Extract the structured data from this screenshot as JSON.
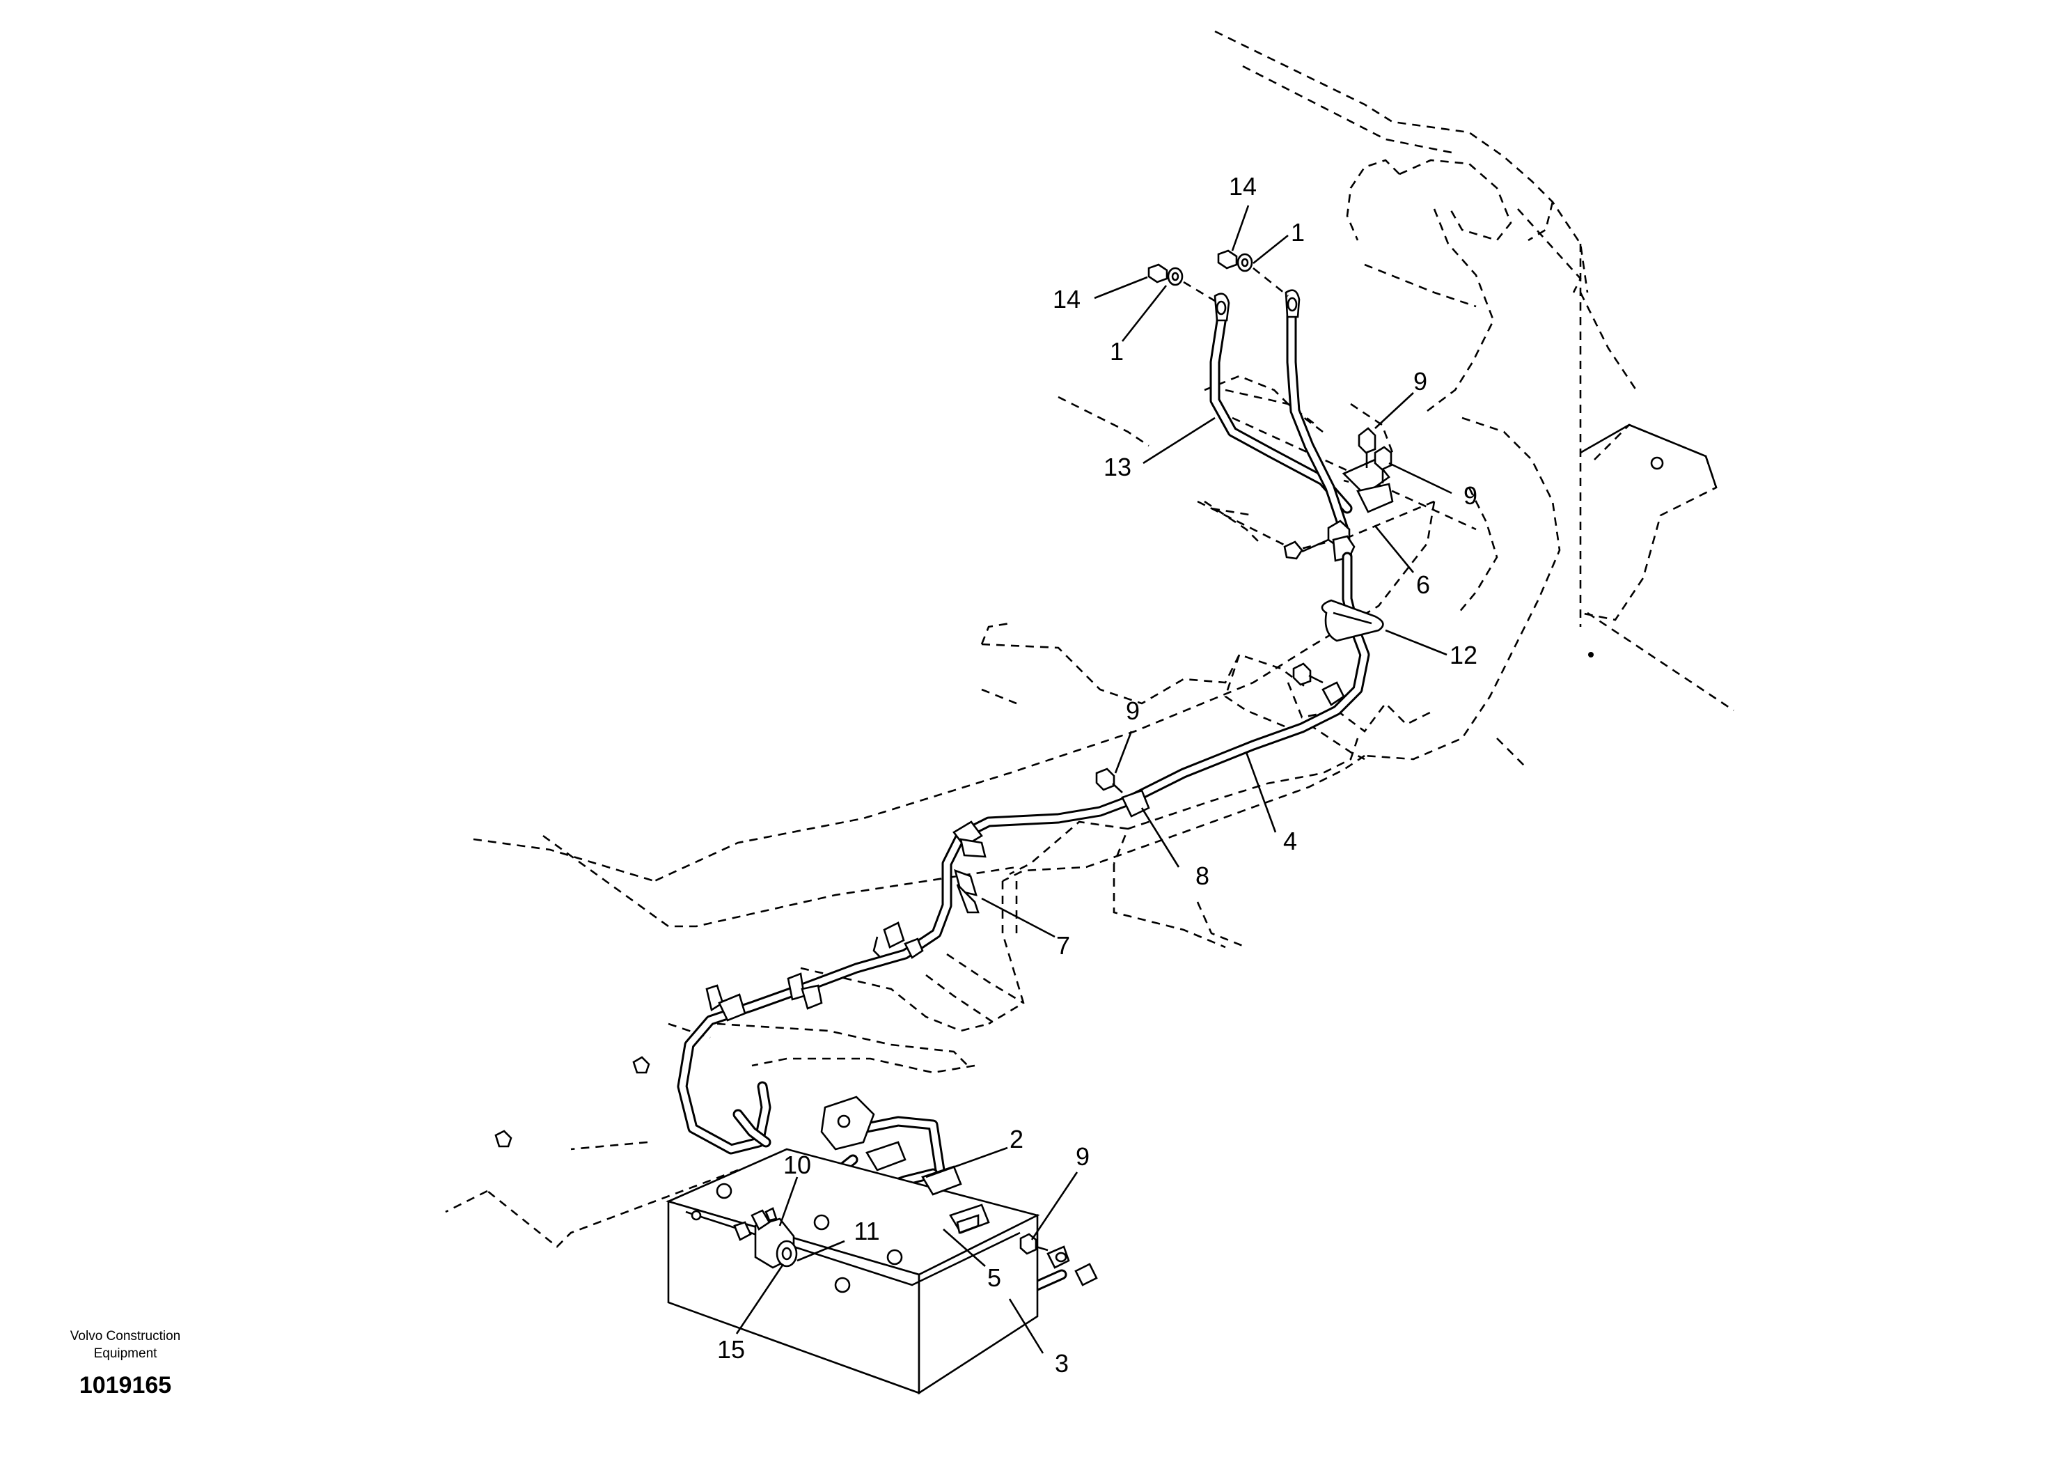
{
  "title_block": {
    "company_line1": "Volvo Construction",
    "company_line2": "Equipment",
    "drawing_number": "1019165"
  },
  "callouts": [
    {
      "id": "c14a",
      "label": "14"
    },
    {
      "id": "c1a",
      "label": "1"
    },
    {
      "id": "c14b",
      "label": "14"
    },
    {
      "id": "c1b",
      "label": "1"
    },
    {
      "id": "c9a",
      "label": "9"
    },
    {
      "id": "c9b",
      "label": "9"
    },
    {
      "id": "c13",
      "label": "13"
    },
    {
      "id": "c6",
      "label": "6"
    },
    {
      "id": "c12",
      "label": "12"
    },
    {
      "id": "c9c",
      "label": "9"
    },
    {
      "id": "c4",
      "label": "4"
    },
    {
      "id": "c8",
      "label": "8"
    },
    {
      "id": "c7",
      "label": "7"
    },
    {
      "id": "c2",
      "label": "2"
    },
    {
      "id": "c9d",
      "label": "9"
    },
    {
      "id": "c10",
      "label": "10"
    },
    {
      "id": "c11",
      "label": "11"
    },
    {
      "id": "c5",
      "label": "5"
    },
    {
      "id": "c15",
      "label": "15"
    },
    {
      "id": "c3",
      "label": "3"
    }
  ]
}
